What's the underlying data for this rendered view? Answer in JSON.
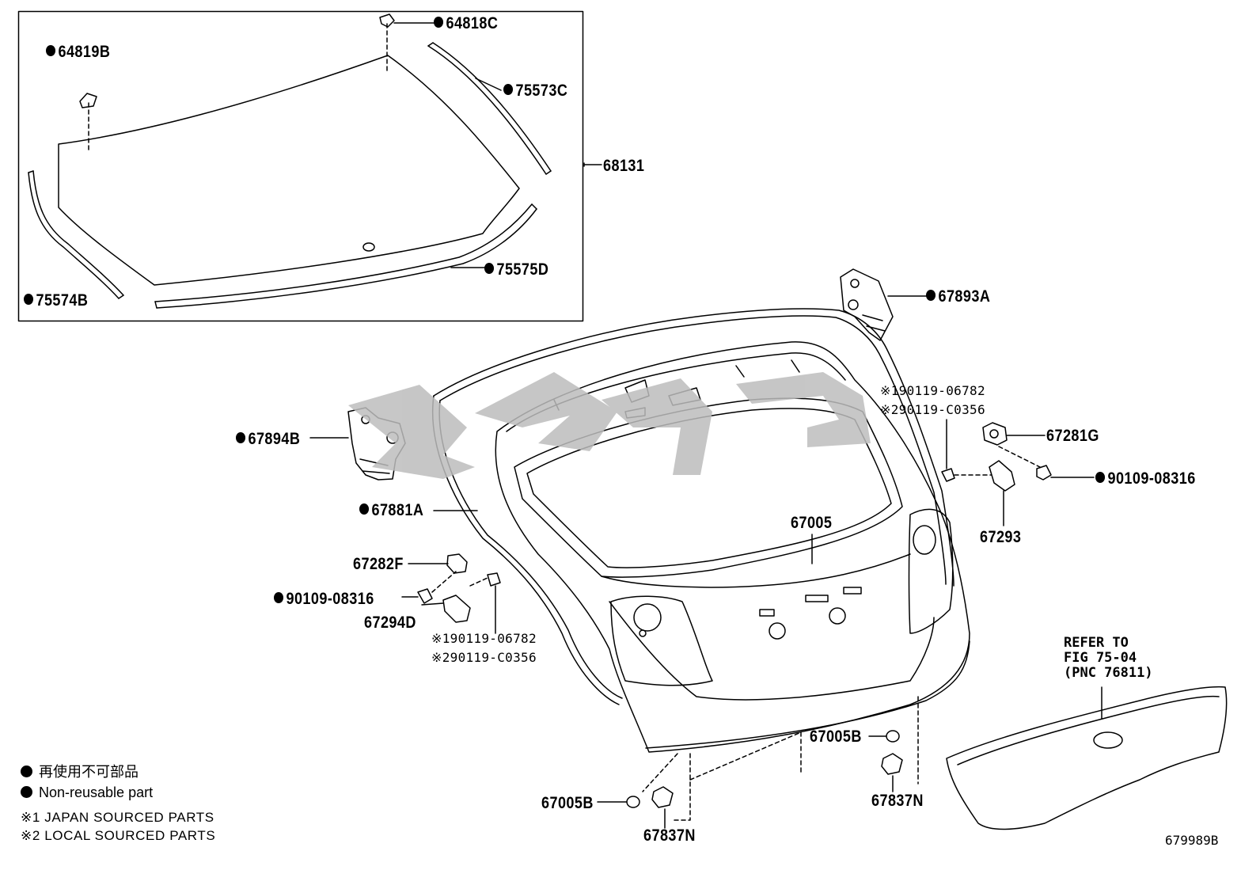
{
  "parts": {
    "p64818C": "64818C",
    "p64819B": "64819B",
    "p75573C": "75573C",
    "p68131": "68131",
    "p75575D": "75575D",
    "p75574B": "75574B",
    "p67893A": "67893A",
    "p67894B": "67894B",
    "p67881A": "67881A",
    "p67005": "67005",
    "p67282F": "67282F",
    "p90109_08316_left": "90109-08316",
    "p67294D": "67294D",
    "p67281G": "67281G",
    "p90109_08316_right": "90109-08316",
    "p67293": "67293",
    "p67005B_mid": "67005B",
    "p67005B_bottom": "67005B",
    "p67837N_right": "67837N",
    "p67837N_bottom": "67837N"
  },
  "bolt_refs": {
    "top_1": "※190119-06782",
    "top_2": "※290119-C0356",
    "left_1": "※190119-06782",
    "left_2": "※290119-C0356"
  },
  "refer_note": {
    "line1": "REFER TO",
    "line2": "FIG 75-04",
    "line3": "(PNC 76811)"
  },
  "legend": {
    "jp": "再使用不可部品",
    "en": "Non-reusable part",
    "note1": "※1 JAPAN SOURCED PARTS",
    "note2": "※2 LOCAL SOURCED PARTS"
  },
  "figure_number": "679989B"
}
